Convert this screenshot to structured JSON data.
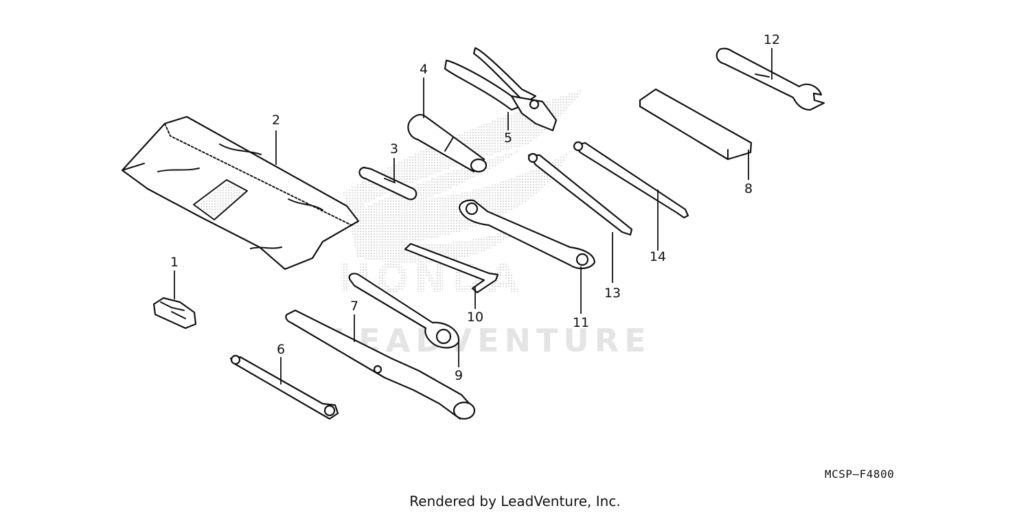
{
  "diagram": {
    "parts": [
      {
        "id": "1",
        "label": "1"
      },
      {
        "id": "2",
        "label": "2"
      },
      {
        "id": "3",
        "label": "3"
      },
      {
        "id": "4",
        "label": "4"
      },
      {
        "id": "5",
        "label": "5"
      },
      {
        "id": "6",
        "label": "6"
      },
      {
        "id": "7",
        "label": "7"
      },
      {
        "id": "8",
        "label": "8"
      },
      {
        "id": "9",
        "label": "9"
      },
      {
        "id": "10",
        "label": "10"
      },
      {
        "id": "11",
        "label": "11"
      },
      {
        "id": "12",
        "label": "12"
      },
      {
        "id": "13",
        "label": "13"
      },
      {
        "id": "14",
        "label": "14"
      }
    ],
    "drawing_code": "MCSP—F4800",
    "watermark": "LEADVENTURE",
    "watermark_brand": "HONDA",
    "credit": "Rendered by LeadVenture, Inc.",
    "colors": {
      "ink": "#111111",
      "watermark": "#d6d6d6",
      "paper": "#ffffff"
    }
  }
}
